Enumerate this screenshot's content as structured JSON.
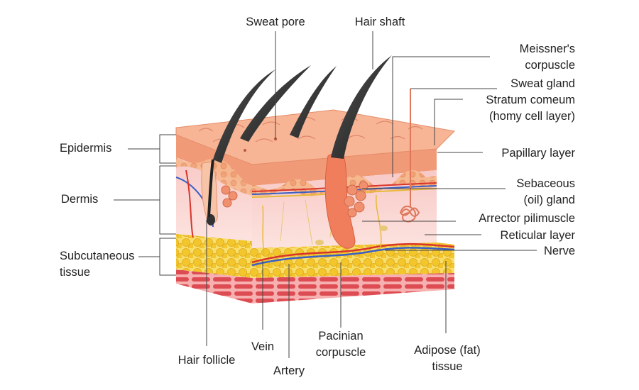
{
  "labels": {
    "sweat_pore": "Sweat pore",
    "hair_shaft": "Hair shaft",
    "meissner_line1": "Meissner's",
    "meissner_line2": "corpuscle",
    "sweat_gland": "Sweat gland",
    "stratum_line1": "Stratum comeum",
    "stratum_line2": "(homy cell layer)",
    "papillary_layer": "Papillary layer",
    "sebaceous_line1": "Sebaceous",
    "sebaceous_line2": "(oil) gland",
    "arrector": "Arrector pilimuscle",
    "reticular_layer": "Reticular layer",
    "nerve": "Nerve",
    "epidermis": "Epidermis",
    "dermis": "Dermis",
    "subcutaneous_line1": "Subcutaneous",
    "subcutaneous_line2": "tissue",
    "hair_follicle": "Hair follicle",
    "vein": "Vein",
    "artery": "Artery",
    "pacinian_line1": "Pacinian",
    "pacinian_line2": "corpuscle",
    "adipose_line1": "Adipose (fat)",
    "adipose_line2": "tissue"
  },
  "colors": {
    "epidermis": "#f2a07f",
    "epidermis_top": "#f7b596",
    "dermis": "#fbd9d6",
    "fat": "#f5d13a",
    "muscle": "#e0545a",
    "hair": "#2b2b2b",
    "vein": "#3b5fc4",
    "artery": "#d9342b",
    "nerve": "#e8b93a",
    "leader": "#444444"
  }
}
